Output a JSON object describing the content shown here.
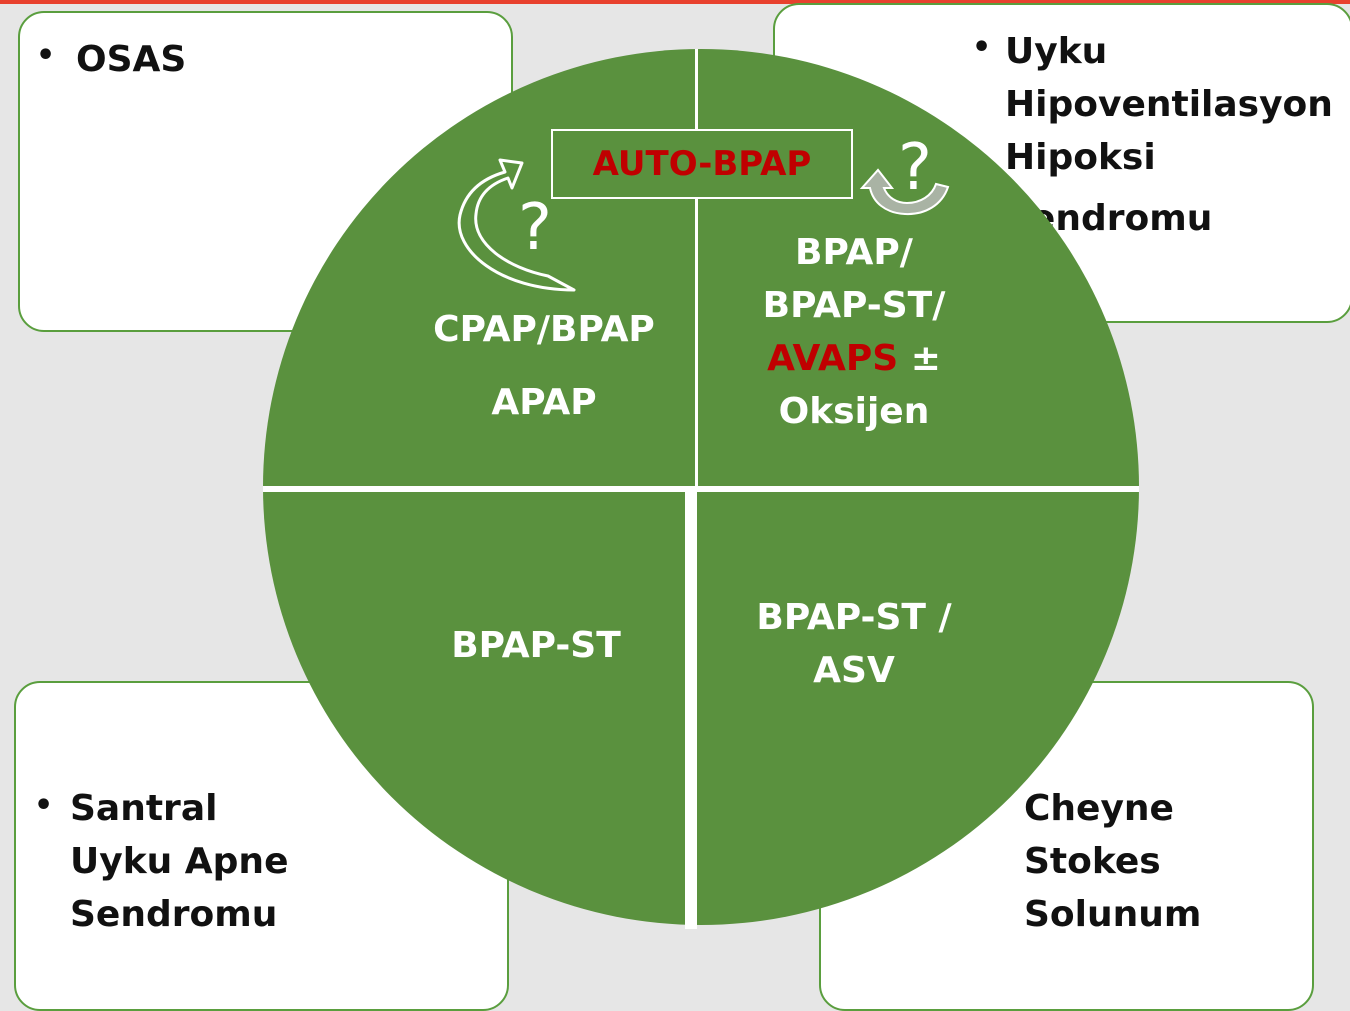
{
  "colors": {
    "background": "#e6e6e6",
    "accent_bar": "#e8412e",
    "quadrant_green": "#5a913e",
    "card_border": "#5a9e3e",
    "highlight_red": "#c00000"
  },
  "cards": {
    "top_left": {
      "bullet": "•",
      "text": "OSAS"
    },
    "top_right": {
      "bullet": "•",
      "line1": "Uyku",
      "line2": "Hipoventilasyon",
      "line3": "Hipoksi",
      "line4": "Sendromu"
    },
    "bottom_left": {
      "bullet": "•",
      "line1": "Santral",
      "line2": "Uyku Apne",
      "line3": "Sendromu"
    },
    "bottom_right": {
      "line1": "Cheyne",
      "line2": "Stokes",
      "line3": "Solunum"
    }
  },
  "quadrants": {
    "top_left": {
      "line1": "CPAP/BPAP",
      "line2": "APAP"
    },
    "top_right": {
      "line1": "BPAP/",
      "line2": "BPAP-ST/",
      "highlight": "AVAPS",
      "suffix": " ±",
      "line4": "Oksijen"
    },
    "bottom_left": {
      "line1": "BPAP-ST"
    },
    "bottom_right": {
      "line1": "BPAP-ST /",
      "line2": "ASV"
    }
  },
  "center_box": {
    "label": "AUTO-BPAP"
  },
  "question_marks": {
    "left": "?",
    "right": "?"
  },
  "icons": {
    "left_arrow": "curved-arrow-up-icon",
    "right_arrow": "curved-arrow-down-icon"
  }
}
